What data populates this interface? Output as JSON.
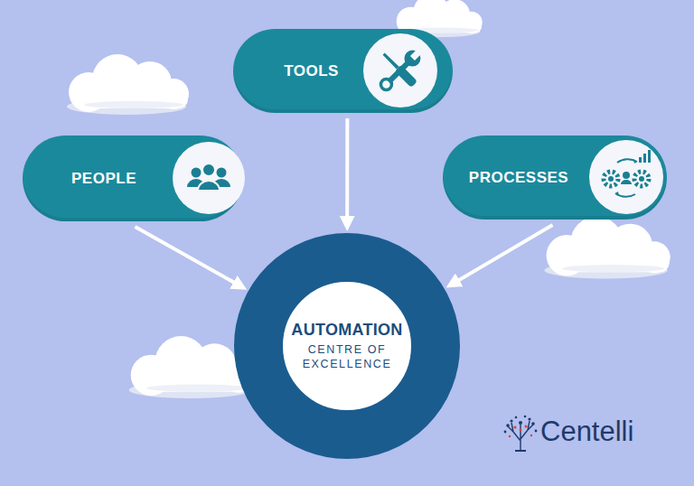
{
  "diagram": {
    "nodes": [
      {
        "text": [
          "TOOLS"
        ]
      },
      {
        "text": [
          "PEOPLE"
        ]
      },
      {
        "text": [
          "PROCESSES"
        ]
      },
      {
        "text": [
          "AUTOMATION",
          "CENTRE OF EXCELLENCE"
        ]
      }
    ],
    "edges": [
      {
        "from": 0,
        "to": 3,
        "arrow": "to"
      },
      {
        "from": 1,
        "to": 3,
        "arrow": "to"
      },
      {
        "from": 2,
        "to": 3,
        "arrow": "to"
      }
    ],
    "labels": [
      "Centelli"
    ]
  }
}
